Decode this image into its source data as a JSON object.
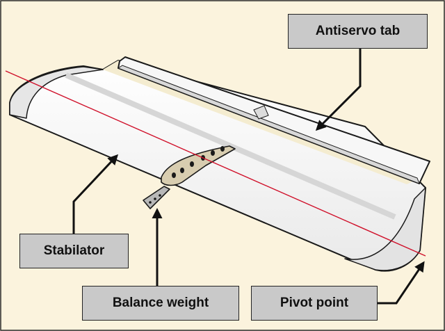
{
  "diagram": {
    "labels": {
      "antiservo_tab": "Antiservo tab",
      "stabilator": "Stabilator",
      "balance_weight": "Balance weight",
      "pivot_point": "Pivot point"
    },
    "colors": {
      "background": "#fbf3dd",
      "surface": "#fdfdfd",
      "outline": "#1a1a1a",
      "shade": "#dcdcdc",
      "pivot_line": "#d0102a",
      "callout_fill": "#c9c9c9",
      "weight_metal": "#b8b8b8",
      "rib_fill": "#d8cdb0"
    }
  }
}
